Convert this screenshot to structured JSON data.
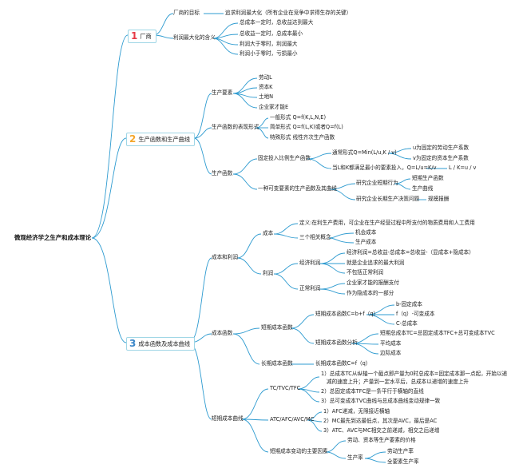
{
  "root": "微观经济学之生产和成本理论",
  "branches": [
    {
      "num": "1",
      "label": "厂商",
      "children": [
        {
          "label": "厂商的目标",
          "note": "追求利润最大化（所有企业在竞争中求得生存的关键）"
        },
        {
          "label": "利润最大化的含义",
          "items": [
            "总成本一定时，总收益达到最大",
            "总收益一定时，总成本最小",
            "利润大于零时，利润最大",
            "利润小于零时，亏损最小"
          ]
        }
      ]
    },
    {
      "num": "2",
      "label": "生产函数和生产曲线",
      "children": [
        {
          "label": "生产要素",
          "items": [
            "劳动L",
            "资本K",
            "土地N",
            "企业家才能E"
          ]
        },
        {
          "label": "生产函数的表现形式",
          "items": [
            "一般形式 Q=f(K,L,N,E)",
            "简单形式 Q=f(L,K)或者Q=f(L)",
            "特殊形式 线性齐次生产函数"
          ]
        },
        {
          "label": "生产函数",
          "fixed": {
            "label": "固定投入比例生产函数",
            "general": "通常形式Q=Min(L/u,K / v)",
            "general_items": [
              "u为固定的劳动生产系数",
              "v为固定的资本生产系数"
            ],
            "min": "当L和K都满足最小的要素投入，Q=L/u=K/v",
            "ratio": "L / K=u / v"
          },
          "variable": {
            "label": "一种可变要素的生产函数及其曲线",
            "short": "研究企业短期行为",
            "short_items": [
              "短期生产函数",
              "生产曲线"
            ],
            "long": "研究企业长期生产决策问题",
            "long_item": "规模报酬"
          }
        }
      ]
    },
    {
      "num": "3",
      "label": "成本函数及成本曲线",
      "children": [
        {
          "label": "成本和利润",
          "cost": {
            "label": "成本",
            "definition": "定义:在利生产费用，可企业在生产经营过程中所支付的物质费用和人工费用",
            "concepts": "三个相关概念",
            "concept_items": [
              "机会成本",
              "生产成本"
            ]
          },
          "profit": {
            "label": "利润",
            "economic": "经济利润",
            "economic_items": [
              "经济利润=总收益-总成本=总收益-（显成本+隐成本）",
              "就是企业追求的最大利润",
              "不包括正常利润"
            ],
            "normal": "正常利润",
            "normal_items": [
              "企业家才能的报酬支付",
              "作为隐成本的一部分"
            ]
          }
        },
        {
          "label": "成本函数",
          "short": {
            "label": "短期成本函数",
            "formula": "短期成本函数C=b+f（q）",
            "formula_items": [
              "b-固定成本",
              "f（q）-可变成本",
              "C-总成本"
            ],
            "analysis": "短期成本函数分析",
            "analysis_items": [
              "短期总成本TC=总固定成本TFC+总可变成本TVC",
              "平均成本",
              "边际成本"
            ]
          },
          "long": {
            "label": "长期成本函数",
            "formula": "长期成本函数C=f（q）"
          }
        },
        {
          "label": "短期成本曲线",
          "tc": {
            "label": "TC/TVC/TFC",
            "items": [
              "1）总成本TC从纵轴一个截点即产量为0时总成本=固定成本那一点起，开始以递",
              "减的速度上升；产量到一定水平后，总成本以递增的速度上升",
              "2）总固定成本TFC是一条平行于横轴的直线",
              "3）总可变成本TVC曲线与总成本曲线变动规律一致"
            ]
          },
          "atc": {
            "label": "ATC/AFC/AVC/MC",
            "items": [
              "1）AFC递减，无限接近横轴",
              "2）MC最先到达最低点，其次是AVC，最后是AC",
              "3）ATC、AVC与MC相交之前递减，相交之后递增"
            ]
          },
          "factors": {
            "label": "短期成本变动的主要因素",
            "price": "劳动、资本等生产要素的价格",
            "productivity": "生产率",
            "productivity_items": [
              "劳动生产率",
              "全要素生产率"
            ]
          }
        }
      ]
    }
  ],
  "colors": {
    "line": "#2e9bd0",
    "accent1": "#e63946",
    "accent2": "#f4a72c",
    "accent3": "#3a86c8",
    "branch_border": "#9fd6e6"
  }
}
